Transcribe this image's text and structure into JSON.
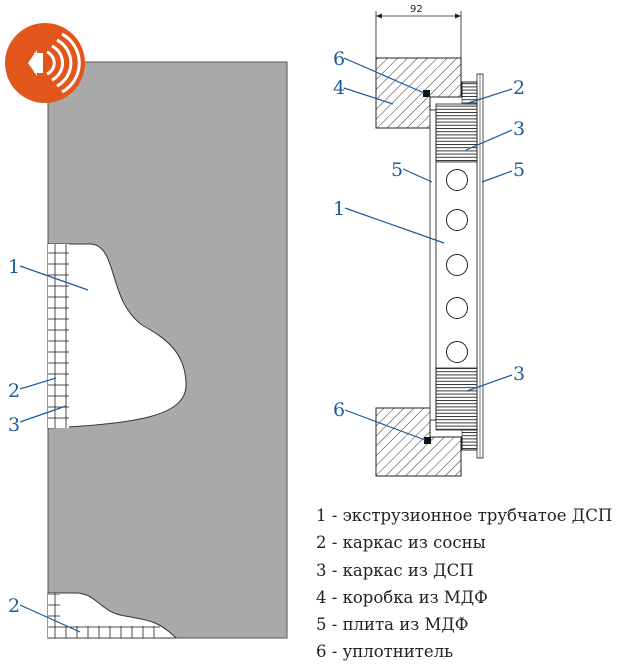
{
  "diagram": {
    "dimension_label": "92",
    "callouts": {
      "left": [
        "1",
        "2",
        "3",
        "2"
      ],
      "right": [
        "6",
        "4",
        "2",
        "3",
        "5",
        "5",
        "1",
        "3",
        "6"
      ]
    }
  },
  "legend": [
    "1 - экструзионное трубчатое ДСП",
    "2 - каркас из сосны",
    "3 - каркас из ДСП",
    "4 - коробка из МДФ",
    "5 - плита из МДФ",
    "6 - уплотнитель"
  ],
  "colors": {
    "door_panel": "#a9a9a9",
    "callout_text": "#1a5c9c",
    "logo_orange": "#e2561b"
  },
  "icons": [
    "sound-insulation-logo"
  ]
}
